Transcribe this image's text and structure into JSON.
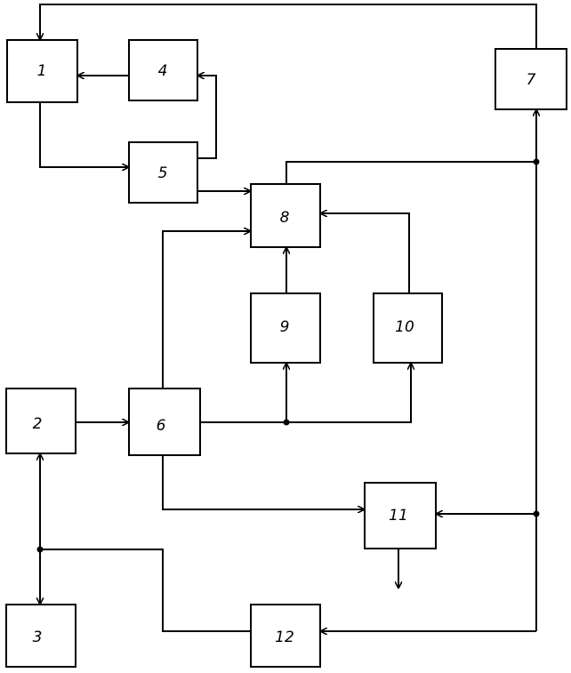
{
  "blocks": {
    "b1": "1",
    "b2": "2",
    "b3": "3",
    "b4": "4",
    "b5": "5",
    "b6": "6",
    "b7": "7",
    "b8": "8",
    "b9": "9",
    "b10": "10",
    "b11": "11",
    "b12": "12"
  }
}
